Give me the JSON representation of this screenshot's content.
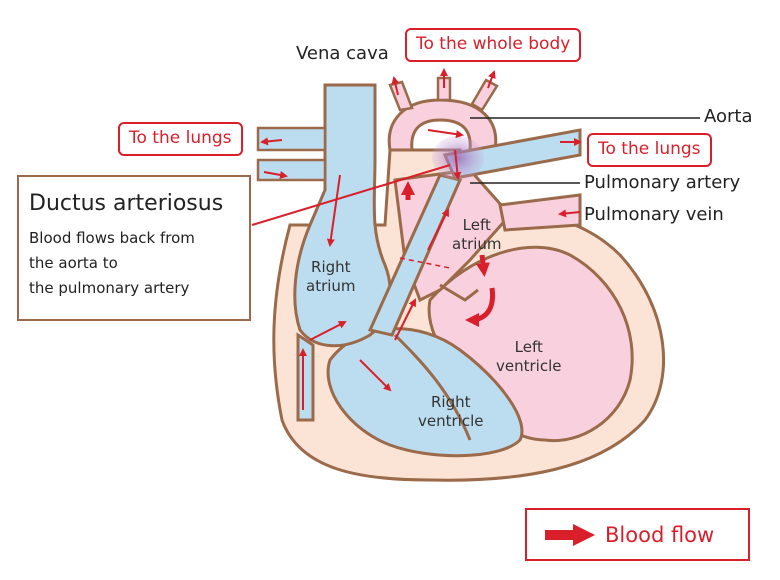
{
  "labels": {
    "vena_cava": "Vena cava",
    "aorta": "Aorta",
    "pulmonary_artery": "Pulmonary artery",
    "pulmonary_vein": "Pulmonary vein",
    "to_whole_body": "To the whole body",
    "to_lungs_left": "To the lungs",
    "to_lungs_right": "To the lungs"
  },
  "chambers": {
    "right_atrium": [
      "Right",
      "atrium"
    ],
    "left_atrium": [
      "Left",
      "atrium"
    ],
    "right_ventricle": [
      "Right",
      "ventricle"
    ],
    "left_ventricle": [
      "Left",
      "ventricle"
    ]
  },
  "ductus": {
    "title": "Ductus arteriosus",
    "description_lines": [
      "Blood flows back from",
      "the aorta to",
      "the pulmonary artery"
    ]
  },
  "legend": {
    "label": "Blood flow"
  },
  "colors": {
    "red": "#d81f2a",
    "outline": "#9a6a4a",
    "wall": "#fbe4d6",
    "venous": "#bcdcf0",
    "arterial": "#f8d0de",
    "ductus_highlight": "#9b6bb5"
  }
}
